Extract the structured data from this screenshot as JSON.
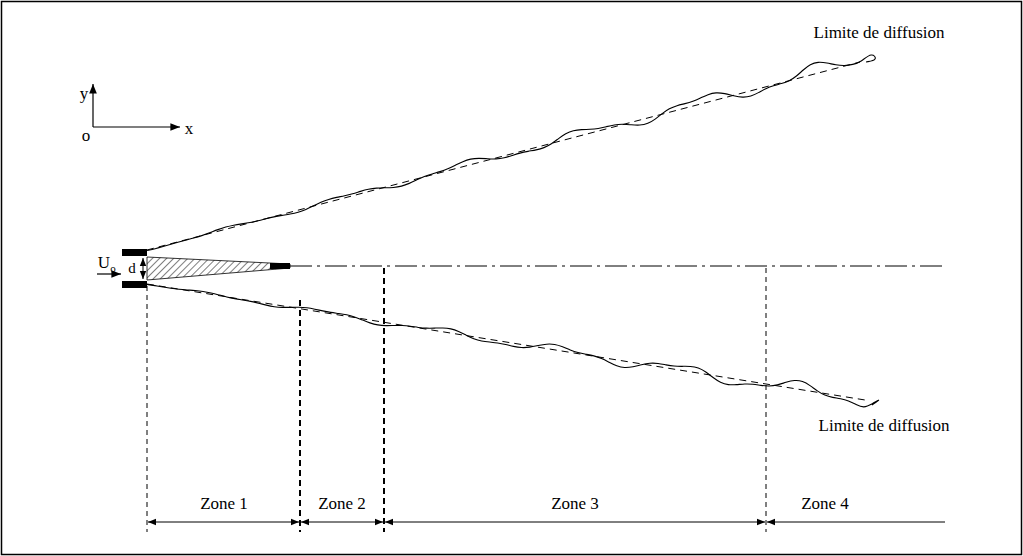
{
  "diagram": {
    "labels": [
      "y",
      "x",
      "o",
      "U",
      "o",
      "d",
      "Limite de diffusion",
      "Limite de diffusion",
      "Zone 1",
      "Zone 2",
      "Zone 3",
      "Zone 4"
    ]
  }
}
